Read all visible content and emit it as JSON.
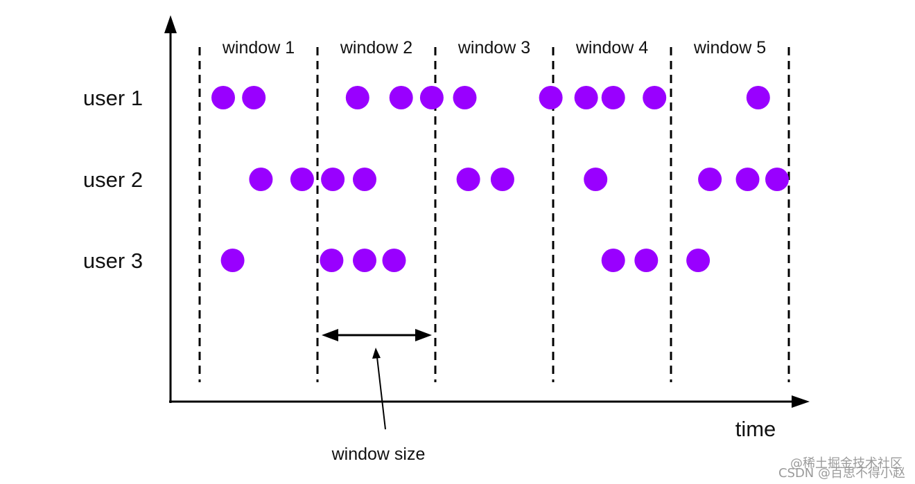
{
  "colors": {
    "dot": "#9900ff",
    "line": "#000000",
    "text": "#111111",
    "watermark": "#9a9a9a"
  },
  "windows": [
    "window 1",
    "window 2",
    "window 3",
    "window 4",
    "window 5"
  ],
  "users": [
    {
      "label": "user 1",
      "events": [
        0.2,
        0.46,
        1.34,
        1.71,
        1.97,
        2.25,
        2.98,
        3.28,
        3.51,
        3.86,
        4.74
      ]
    },
    {
      "label": "user 2",
      "events": [
        0.52,
        0.87,
        1.13,
        1.4,
        2.28,
        2.57,
        3.36,
        4.33,
        4.65,
        4.9
      ]
    },
    {
      "label": "user 3",
      "events": [
        0.28,
        1.12,
        1.4,
        1.65,
        3.51,
        3.79,
        4.23
      ]
    }
  ],
  "window_size_label": "window size",
  "time_axis_label": "time",
  "watermark": {
    "line1": "@稀土掘金技术社区",
    "line2": "CSDN @百思不得小赵"
  }
}
